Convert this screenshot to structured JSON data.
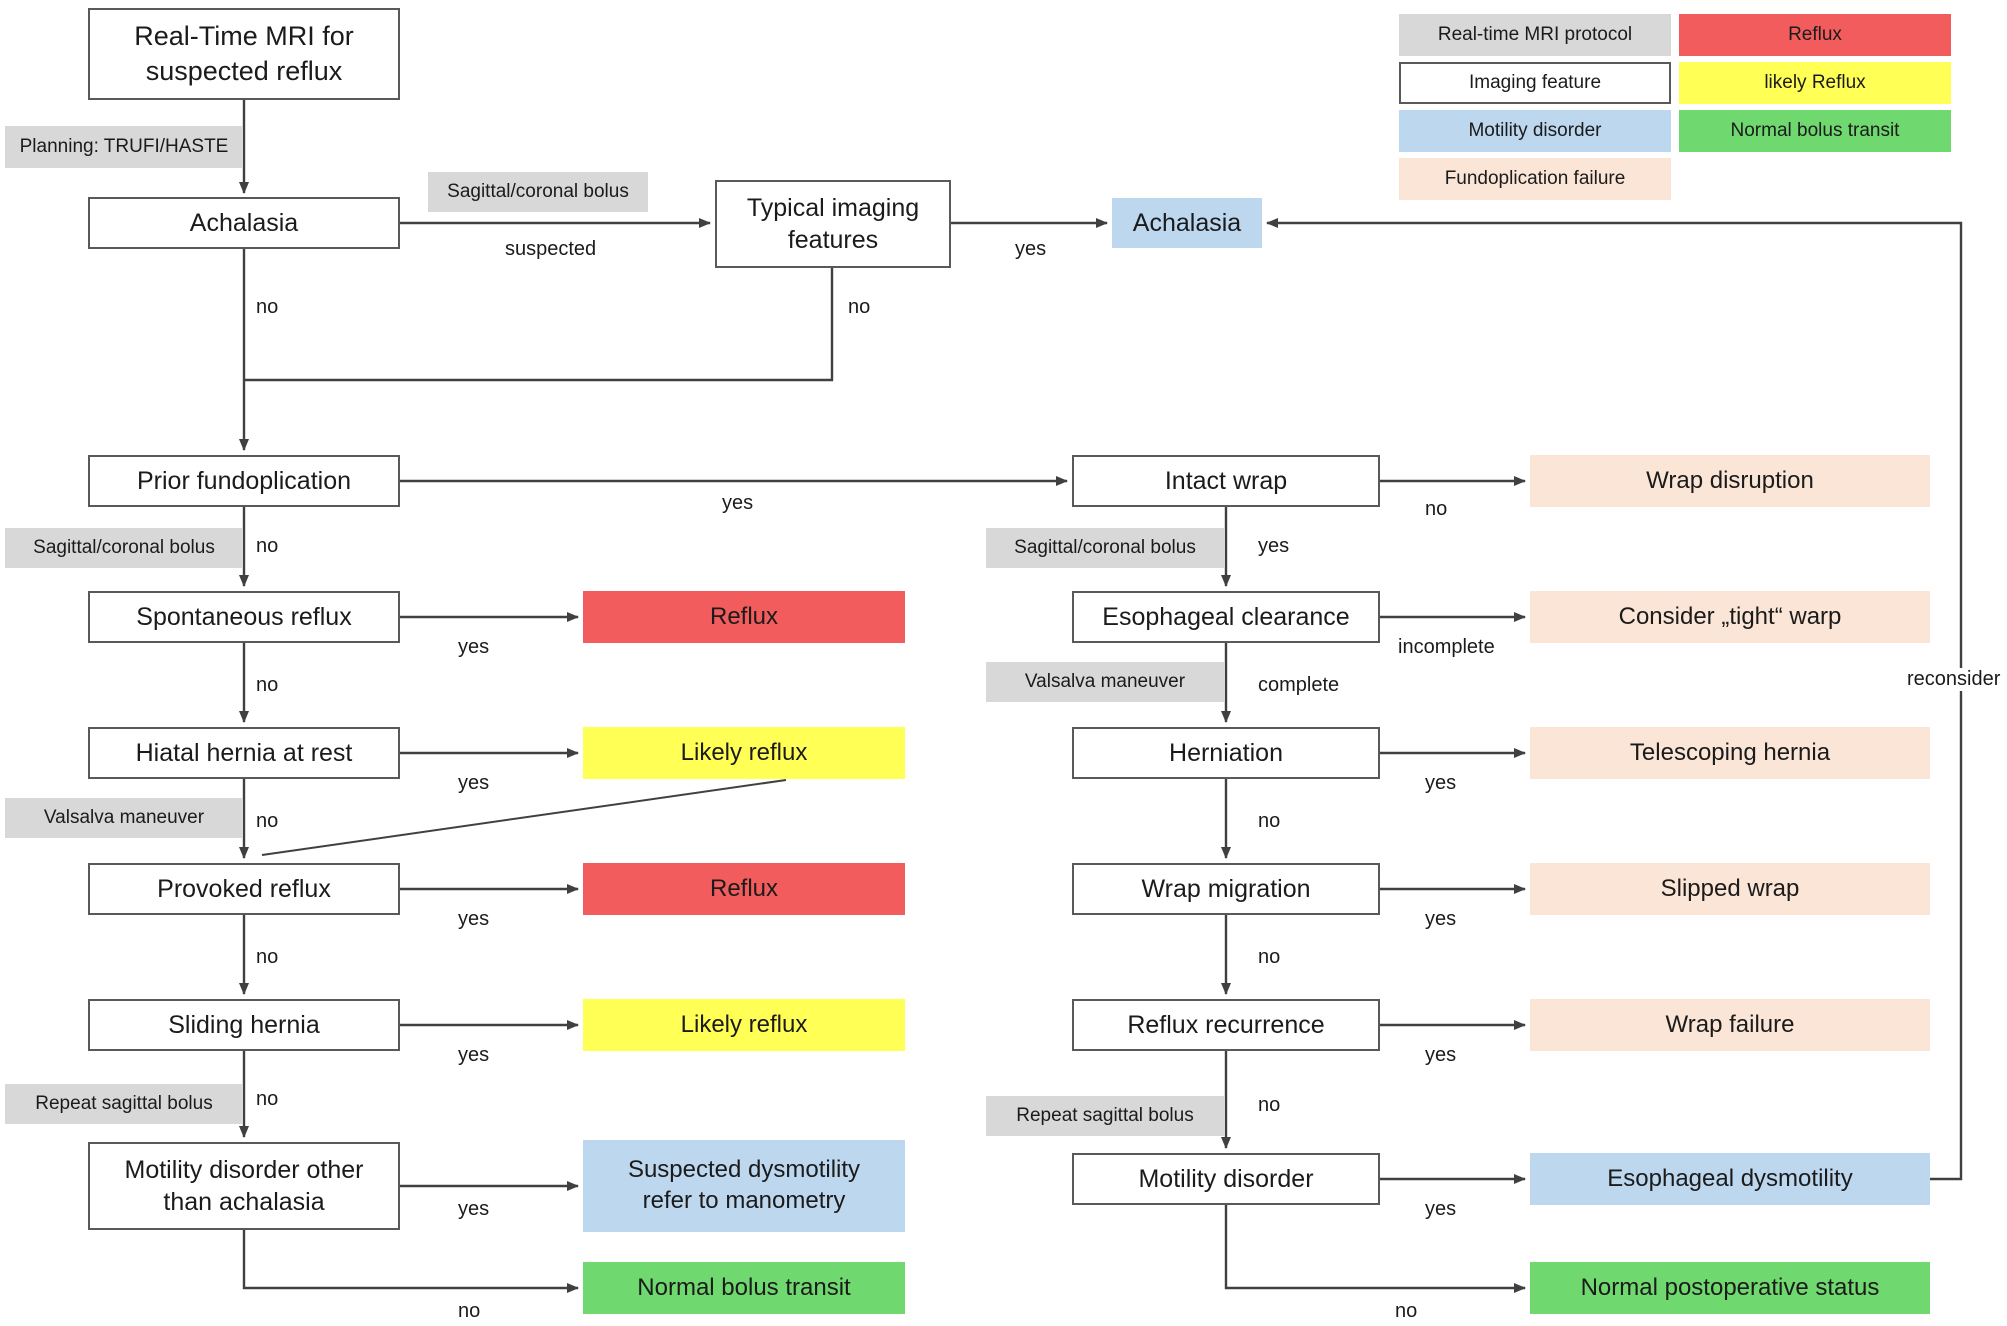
{
  "figure": {
    "title": "Real-Time MRI for suspected reflux"
  },
  "colors": {
    "protocol_gray": "#d8d8d8",
    "motility_blue": "#bdd7ee",
    "fundoplication_peach": "#fbe5d6",
    "reflux_red": "#f25c5c",
    "likely_reflux_yellow": "#ffff55",
    "normal_green": "#6fd96f",
    "line_color": "#404040",
    "box_border": "#595959"
  },
  "legend": {
    "real_time_mri_protocol": "Real-time MRI protocol",
    "imaging_feature": "Imaging feature",
    "motility_disorder": "Motility disorder",
    "fundoplication_failure": "Fundoplication failure",
    "reflux": "Reflux",
    "likely_reflux": "likely Reflux",
    "normal_bolus_transit": "Normal bolus transit"
  },
  "protocol_labels": {
    "planning": "Planning: TRUFI/HASTE",
    "sagittal_coronal_bolus_top": "Sagittal/coronal bolus",
    "sagittal_coronal_bolus_left": "Sagittal/coronal bolus",
    "sagittal_coronal_bolus_right": "Sagittal/coronal bolus",
    "valsalva_left": "Valsalva maneuver",
    "valsalva_right": "Valsalva maneuver",
    "repeat_sagittal_left": "Repeat sagittal bolus",
    "repeat_sagittal_right": "Repeat sagittal bolus"
  },
  "boxes": {
    "start": "Real-Time MRI for suspected reflux",
    "achalasia_question": "Achalasia",
    "typical_imaging_features": "Typical imaging features",
    "achalasia_diagnosis": "Achalasia",
    "prior_fundoplication": "Prior fundoplication",
    "spontaneous_reflux": "Spontaneous reflux",
    "reflux_result_1": "Reflux",
    "hiatal_hernia_at_rest": "Hiatal hernia at rest",
    "likely_reflux_result_1": "Likely reflux",
    "provoked_reflux": "Provoked reflux",
    "reflux_result_2": "Reflux",
    "sliding_hernia": "Sliding hernia",
    "likely_reflux_result_2": "Likely reflux",
    "motility_disorder_other": "Motility disorder other than achalasia",
    "suspected_dysmotility": "Suspected dysmotility refer to manometry",
    "normal_bolus_transit": "Normal bolus transit",
    "intact_wrap": "Intact wrap",
    "wrap_disruption": "Wrap disruption",
    "esophageal_clearance": "Esophageal clearance",
    "consider_tight_warp": "Consider „tight“ warp",
    "herniation": "Herniation",
    "telescoping_hernia": "Telescoping hernia",
    "wrap_migration": "Wrap migration",
    "slipped_wrap": "Slipped wrap",
    "reflux_recurrence": "Reflux recurrence",
    "wrap_failure": "Wrap failure",
    "motility_disorder_postop": "Motility disorder",
    "esophageal_dysmotility": "Esophageal dysmotility",
    "normal_postoperative_status": "Normal postoperative status"
  },
  "edge_labels": {
    "yes": "yes",
    "no": "no",
    "suspected": "suspected",
    "incomplete": "incomplete",
    "complete": "complete",
    "reconsider": "reconsider"
  }
}
